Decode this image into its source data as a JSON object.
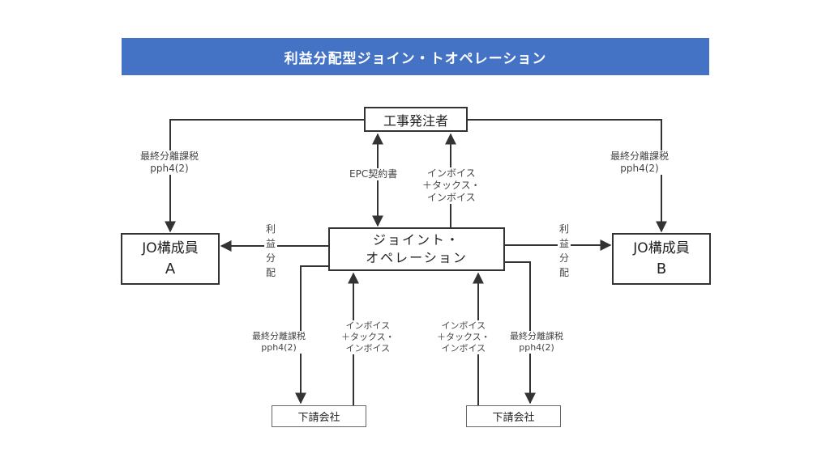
{
  "title": "利益分配型ジョイン・トオペレーション",
  "colors": {
    "title_bar": "#4472c4",
    "line": "#333333"
  },
  "nodes": {
    "owner": "工事発注者",
    "jo_line1": "ジョイント・",
    "jo_line2": "オペレーション",
    "member_a_line1": "JO構成員",
    "member_a_line2": "A",
    "member_b_line1": "JO構成員",
    "member_b_line2": "B",
    "subcontractor_1": "下請会社",
    "subcontractor_2": "下請会社"
  },
  "edges": {
    "tax_line1": "最終分離課税",
    "tax_line2": "pph4(2)",
    "epc": "EPC契約書",
    "invoice_line1": "インボイス",
    "invoice_line2": "＋タックス・",
    "invoice_line3": "インボイス",
    "profit": "利益分配"
  }
}
